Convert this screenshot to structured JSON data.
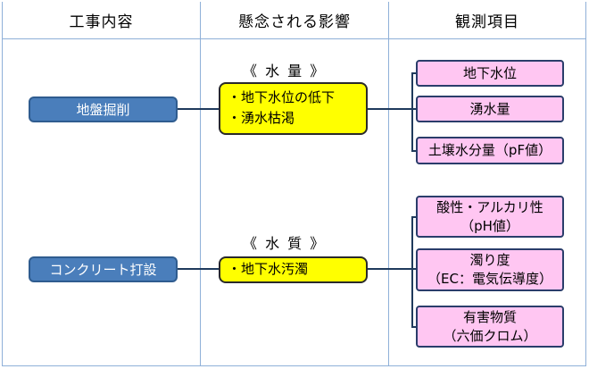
{
  "headers": {
    "work": "工事内容",
    "impact": "懸念される影響",
    "observation": "観測項目"
  },
  "works": [
    {
      "label": "地盤掘削"
    },
    {
      "label": "コンクリート打設"
    }
  ],
  "categories": {
    "quantity": "《 水 量 》",
    "quality": "《 水 質 》"
  },
  "impacts": {
    "quantity": [
      "・地下水位の低下",
      "・湧水枯渇"
    ],
    "quality": [
      "・地下水汚濁"
    ]
  },
  "observations": {
    "quantity": [
      {
        "line1": "地下水位"
      },
      {
        "line1": "湧水量"
      },
      {
        "line1": "土壌水分量（pF値）"
      }
    ],
    "quality": [
      {
        "line1": "酸性・アルカリ性",
        "line2": "（pH値）"
      },
      {
        "line1": "濁り度",
        "line2": "（EC：電気伝導度）"
      },
      {
        "line1": "有害物質",
        "line2": "（六価クロム）"
      }
    ]
  },
  "colors": {
    "work_box": "#4a7ebb",
    "impact_box": "#ffff00",
    "observation_box": "#ffc6f2",
    "grid_line": "#8fb0d8",
    "connector": "#1f3a5c"
  }
}
